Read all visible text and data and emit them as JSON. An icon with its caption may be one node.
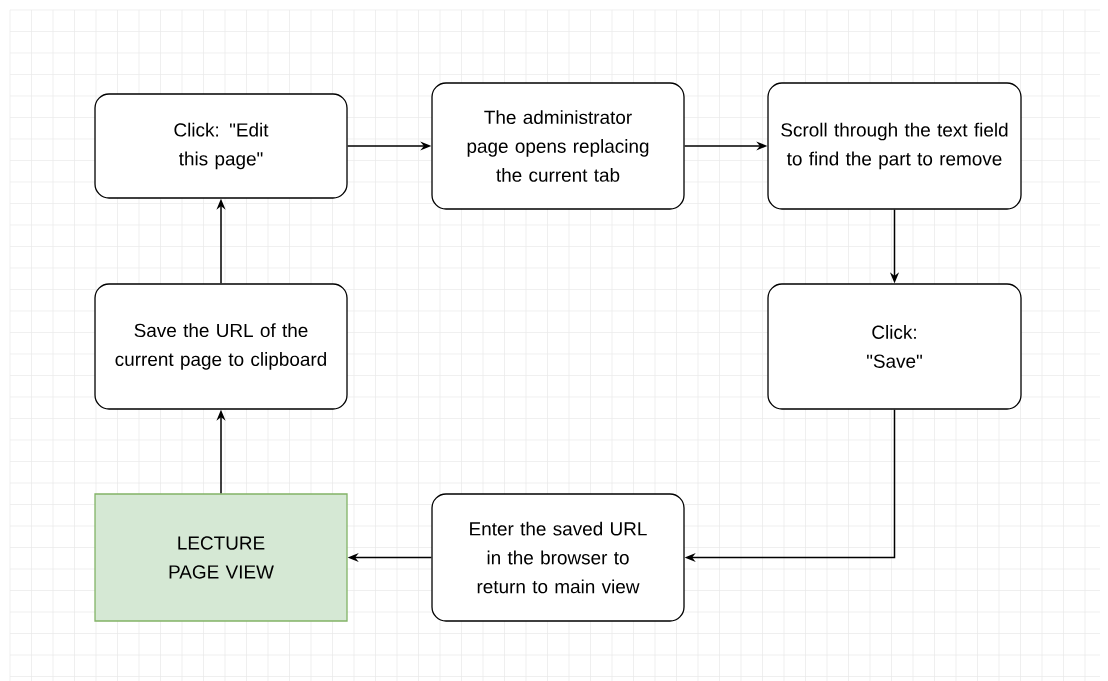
{
  "diagram": {
    "nodes": [
      {
        "text": [
          "LECTURE PAGE VIEW"
        ]
      },
      {
        "text": [
          "Save the URL of the current page to clipboard"
        ]
      },
      {
        "text": [
          "Click: \"Edit this page\""
        ]
      },
      {
        "text": [
          "The administrator page opens replacing the current tab"
        ]
      },
      {
        "text": [
          "Scroll through the text field to find the part to remove"
        ]
      },
      {
        "text": [
          "Click: \"Save\""
        ]
      },
      {
        "text": [
          "Enter the saved URL in the browser to return to main view"
        ]
      }
    ],
    "edges": [
      {
        "from": 0,
        "to": 1,
        "arrow": "to"
      },
      {
        "from": 1,
        "to": 2,
        "arrow": "to"
      },
      {
        "from": 2,
        "to": 3,
        "arrow": "to"
      },
      {
        "from": 3,
        "to": 4,
        "arrow": "to"
      },
      {
        "from": 4,
        "to": 5,
        "arrow": "to"
      },
      {
        "from": 5,
        "to": 6,
        "arrow": "to"
      },
      {
        "from": 6,
        "to": 0,
        "arrow": "to"
      }
    ]
  }
}
